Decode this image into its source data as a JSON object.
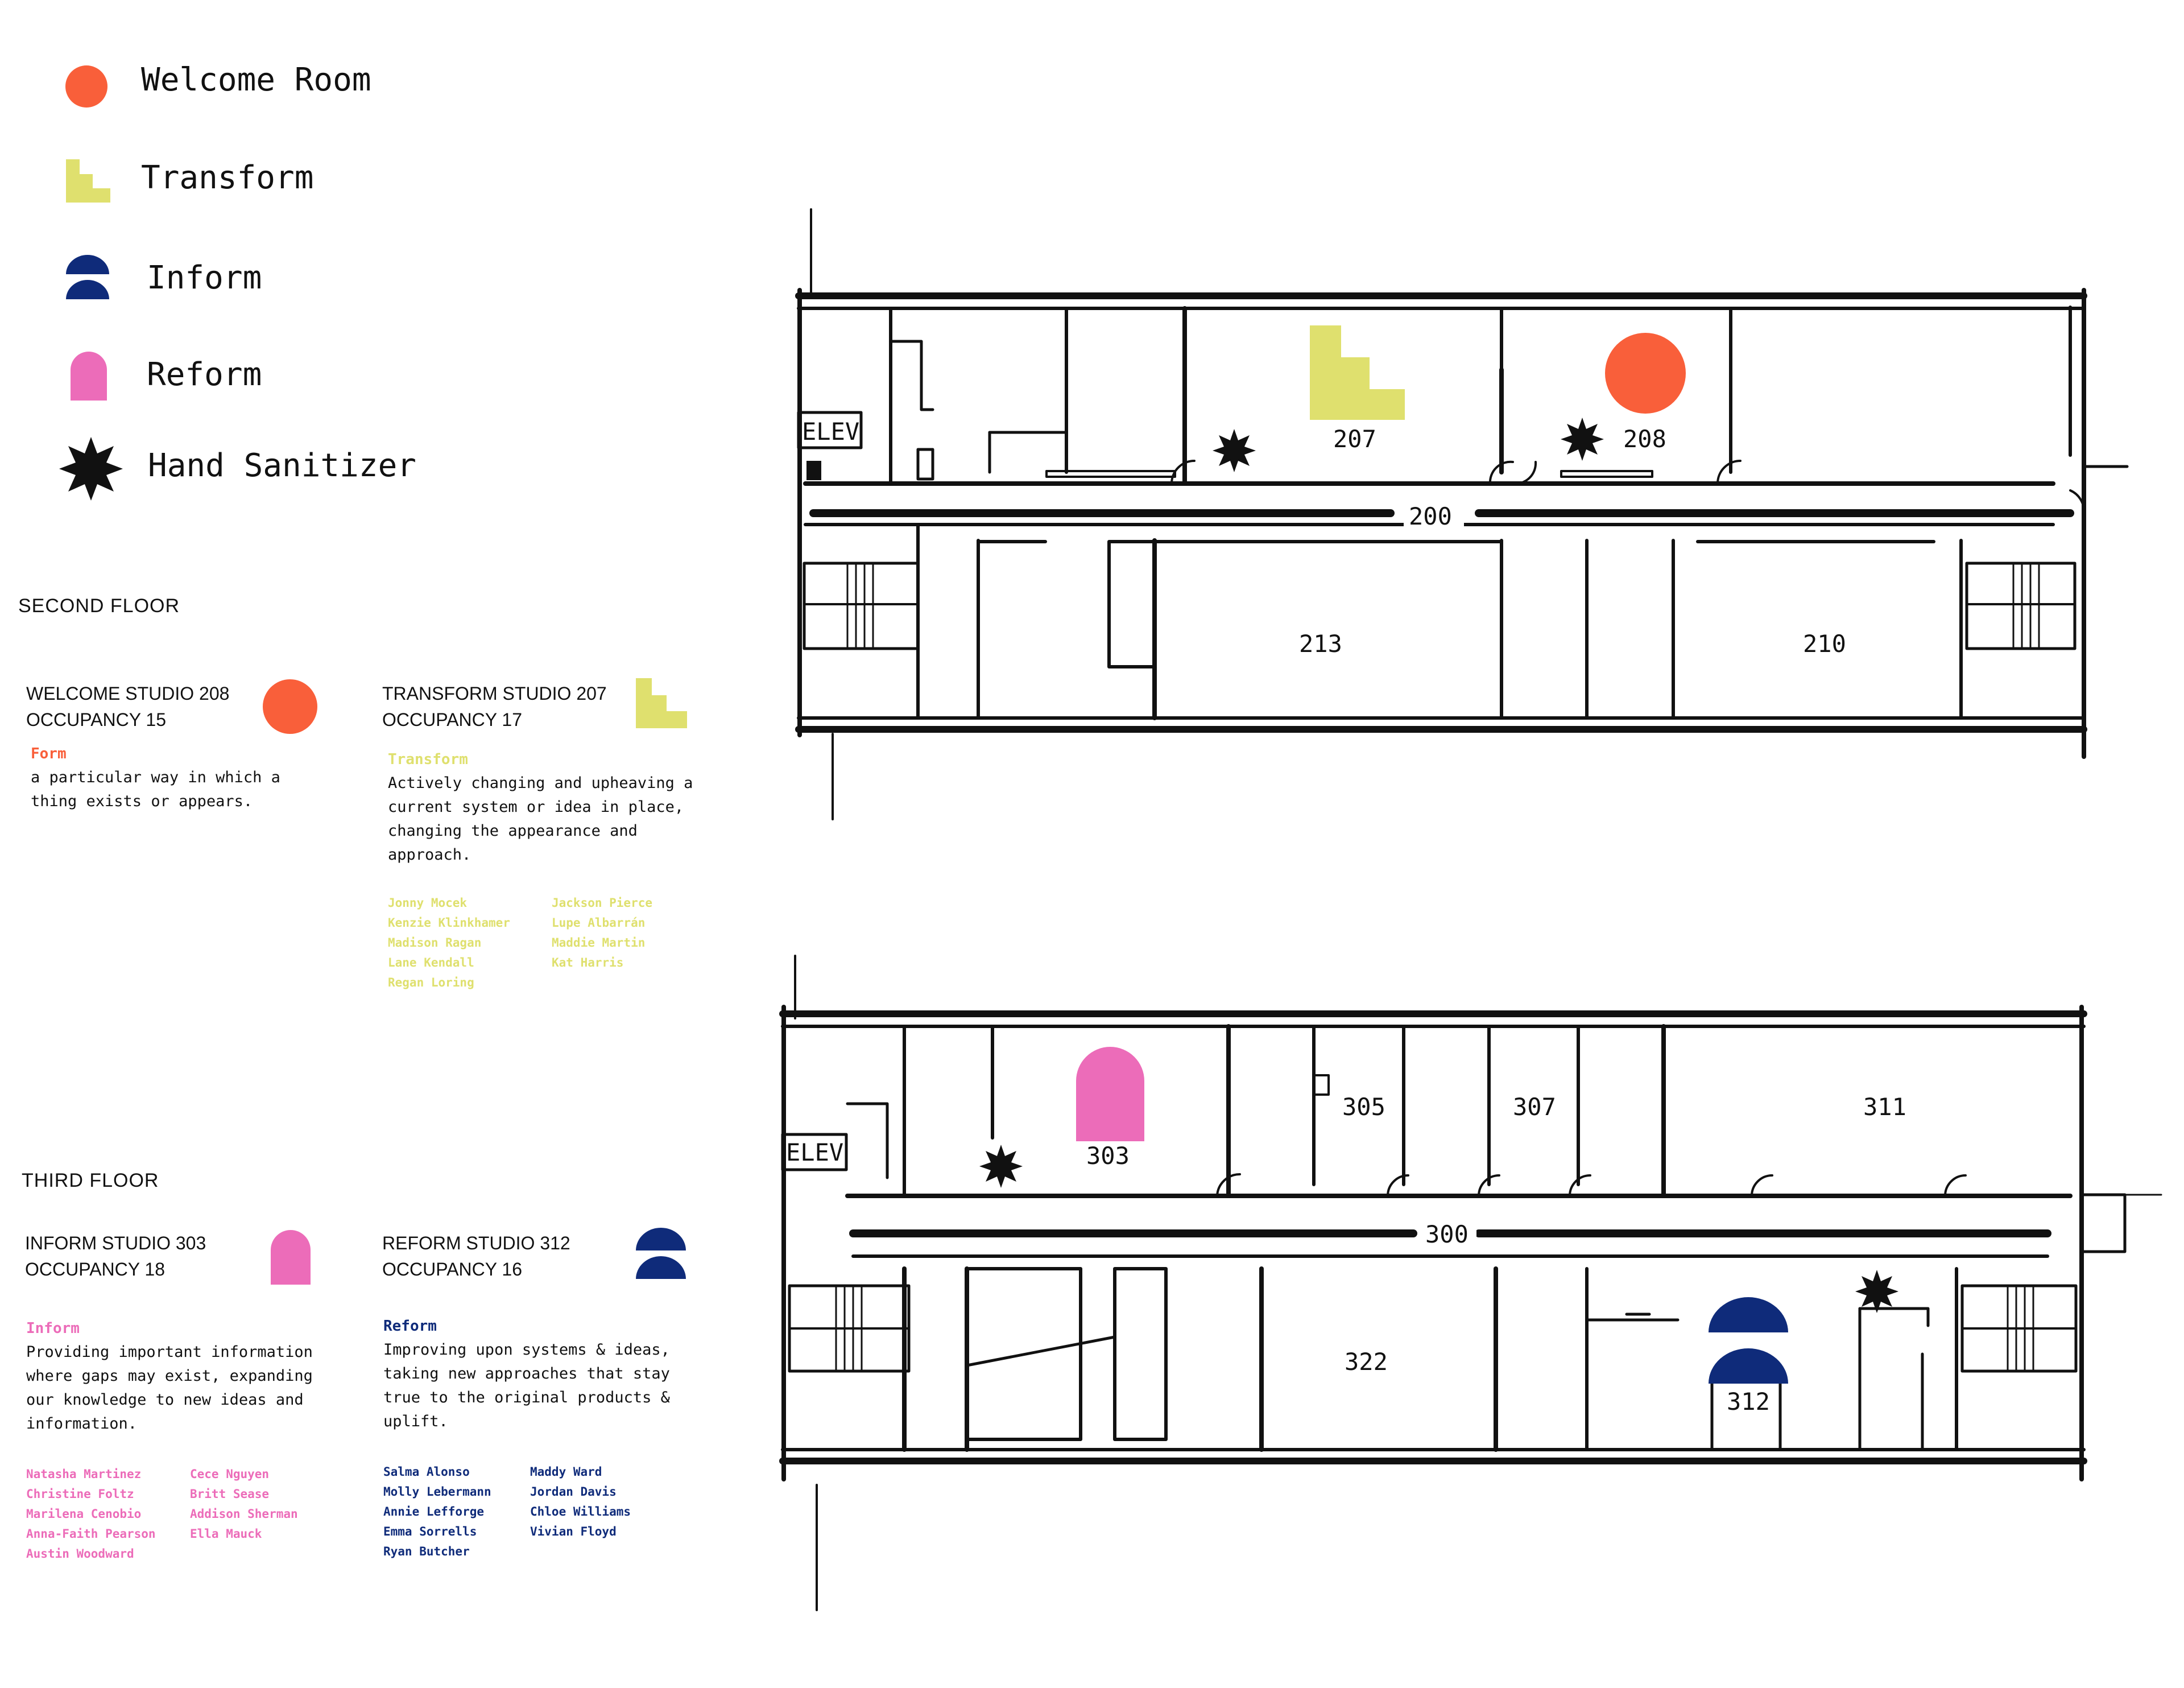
{
  "colors": {
    "welcome": "#f95f3a",
    "transform": "#dfe06e",
    "inform": "#ec6cb9",
    "reform": "#0f2b7a",
    "ink": "#111111"
  },
  "legend": [
    {
      "label": "Welcome Room",
      "icon": "orange-circle-icon"
    },
    {
      "label": "Transform",
      "icon": "yellow-stairs-icon"
    },
    {
      "label": "Inform",
      "icon": "navy-double-semicircle-icon"
    },
    {
      "label": "Reform",
      "icon": "pink-arch-icon"
    },
    {
      "label": "Hand Sanitizer",
      "icon": "black-starburst-icon"
    }
  ],
  "second_floor": {
    "title": "SECOND FLOOR",
    "welcome": {
      "heading_line1": "WELCOME STUDIO 208",
      "heading_line2": "OCCUPANCY 15",
      "term": "Form",
      "definition": "a particular way in which a thing exists or appears."
    },
    "transform": {
      "heading_line1": "TRANSFORM STUDIO 207",
      "heading_line2": "OCCUPANCY 17",
      "term": "Transform",
      "definition": "Actively changing and upheaving a current system or idea in place, changing the appearance and approach.",
      "names_col1": [
        "Jonny Mocek",
        "Kenzie Klinkhamer",
        "Madison Ragan",
        "Lane Kendall",
        "Regan Loring"
      ],
      "names_col2": [
        "Jackson Pierce",
        "Lupe Albarrán",
        "Maddie Martin",
        "Kat Harris"
      ]
    },
    "rooms": {
      "r207": "207",
      "r208": "208",
      "r200": "200",
      "r213": "213",
      "r210": "210",
      "elev": "ELEV"
    }
  },
  "third_floor": {
    "title": "THIRD FLOOR",
    "inform": {
      "heading_line1": "INFORM STUDIO 303",
      "heading_line2": "OCCUPANCY 18",
      "term": "Inform",
      "definition": "Providing important information where gaps may exist, expanding our knowledge to new ideas and information.",
      "names_col1": [
        "Natasha Martinez",
        "Christine Foltz",
        "Marilena Cenobio",
        "Anna-Faith Pearson",
        "Austin Woodward"
      ],
      "names_col2": [
        "Cece Nguyen",
        "Britt Sease",
        "Addison Sherman",
        "Ella Mauck"
      ]
    },
    "reform": {
      "heading_line1": "REFORM STUDIO 312",
      "heading_line2": "OCCUPANCY 16",
      "term": "Reform",
      "definition": "Improving upon systems & ideas, taking new approaches that stay true to the original products & uplift.",
      "names_col1": [
        "Salma Alonso",
        "Molly Lebermann",
        "Annie Lefforge",
        "Emma Sorrells",
        "Ryan Butcher"
      ],
      "names_col2": [
        "Maddy Ward",
        "Jordan Davis",
        "Chloe Williams",
        "Vivian Floyd"
      ]
    },
    "rooms": {
      "r303": "303",
      "r305": "305",
      "r307": "307",
      "r311": "311",
      "r300": "300",
      "r322": "322",
      "r312": "312",
      "elev": "ELEV"
    }
  }
}
